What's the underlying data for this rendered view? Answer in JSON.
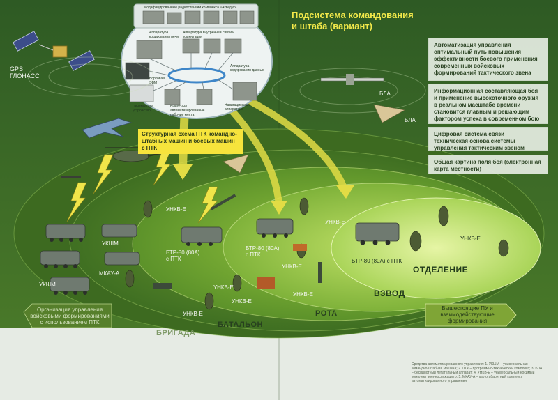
{
  "title": {
    "line1": "Подсистема командования",
    "line2": "и штаба (вариант)"
  },
  "panels": [
    "Автоматизация управления – оптимальный путь повышения эффективности боевого применения современных войсковых формирований тактического звена",
    "Информационная составляющая боя и применение высокоточного оружия в реальном масштабе времени становится главным и решающим фактором успеха в современном бою",
    "Цифровая система связи – техническая основа системы управления тактическим звеном",
    "Общая картина поля боя (электронная карта местности)"
  ],
  "ptk": {
    "modified_equipment": "Модифицированные радиостанции комплекса «Акведук»",
    "speech_codec": "Аппаратура кодирования речи",
    "intercom": "Аппаратура внутренней связи и коммутации",
    "data_codec": "Аппаратура кодирования данных",
    "onboard_pc": "Бортовая ЭВМ",
    "printer": "Печатающее устройство",
    "workstations": "Выносные автоматизированные рабочие места",
    "navigation": "Навигационная аппаратура",
    "caption": "Структурная схема ПТК командно-штабных машин и боевых машин с ПТК"
  },
  "labels": {
    "gps_line1": "GPS",
    "gps_line2": "ГЛОНАСС",
    "bla": "БЛА",
    "ukshm": "УКШМ",
    "mkau": "МКАУ-А",
    "unkv": "УНКВ-Е",
    "btr": "БТР-80 (80А)",
    "ptk": "с ПТК",
    "btr_ptk": "БТР-80 (80А) с ПТК"
  },
  "tiers": {
    "brigade": "БРИГАДА",
    "battalion": "БАТАЛЬОН",
    "company": "РОТА",
    "platoon": "ВЗВОД",
    "squad": "ОТДЕЛЕНИЕ"
  },
  "arrows": {
    "left": "Организация управления войсковыми формированиями с использованием ПТК",
    "right": "Вышестоящие ПУ и взаимодействующие формирования"
  },
  "footnote": "Средства автоматизированного управления: 1. УКШМ – универсальная командно-штабная машина; 2. ПТК – программно-технический комплекс; 3. БЛА – беспилотный летательный аппарат; 4. УНКВ-Е – универсальный носимый комплект военнослужащего; 5. МКАУ-А – малогабаритный комплект автоматизированного управления"
}
